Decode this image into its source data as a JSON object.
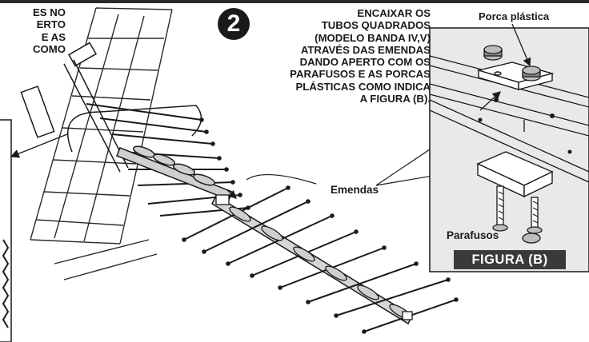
{
  "left_text": [
    "ES NO",
    "ERTO",
    "E AS",
    "COMO"
  ],
  "step": {
    "number": "2",
    "lines": [
      "ENCAIXAR OS",
      "TUBOS QUADRADOS",
      "(MODELO BANDA IV,V)",
      "ATRAVÉS DAS EMENDAS",
      "DANDO APERTO COM OS",
      "PARAFUSOS E AS PORCAS",
      "PLÁSTICAS COMO INDICA",
      "A FIGURA (B)."
    ]
  },
  "labels": {
    "porca": "Porca plástica",
    "emendas": "Emendas",
    "parafusos": "Parafusos",
    "figura": "FIGURA (B)"
  }
}
